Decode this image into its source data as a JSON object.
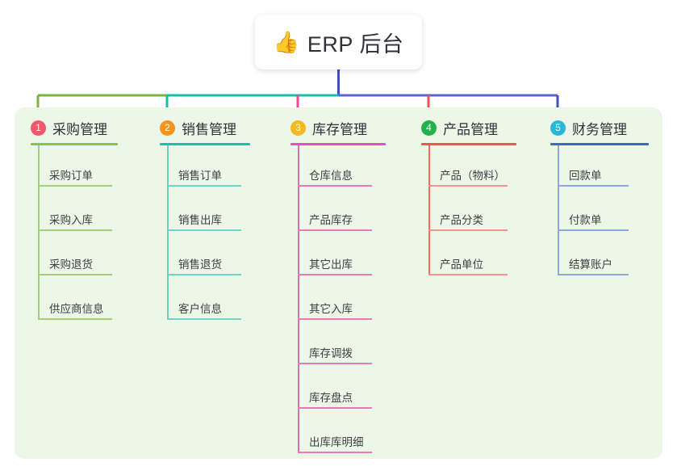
{
  "root": {
    "emoji": "👍",
    "emoji_name": "thumbs-up-icon",
    "title": "ERP 后台"
  },
  "theme": {
    "page_bg": "#ffffff",
    "panel_bg": "#edf7e8",
    "card_bg": "#ffffff",
    "text": "#2f3136",
    "leaf_text": "#3c4043",
    "trunk": "#3f51b5"
  },
  "trunk_segments": [
    {
      "name": "segment-green",
      "color": "#7cb342"
    },
    {
      "name": "segment-teal",
      "color": "#12c0a4"
    },
    {
      "name": "segment-indigo",
      "color": "#5a63cf"
    }
  ],
  "columns": [
    {
      "index": "1",
      "title": "采购管理",
      "badge_color": "#f4586b",
      "rule_color": "#8bc34a",
      "leaf_rule_color": "#a5cf7e",
      "spine_color": "#a5cf7e",
      "stub_color": "#7cb342",
      "items": [
        "采购订单",
        "采购入库",
        "采购退货",
        "供应商信息"
      ]
    },
    {
      "index": "2",
      "title": "销售管理",
      "badge_color": "#f7941e",
      "rule_color": "#14c4ae",
      "leaf_rule_color": "#6fd3c6",
      "spine_color": "#6fd3c6",
      "stub_color": "#12c0a4",
      "items": [
        "销售订单",
        "销售出库",
        "销售退货",
        "客户信息"
      ]
    },
    {
      "index": "3",
      "title": "库存管理",
      "badge_color": "#f5b820",
      "rule_color": "#e84ec0",
      "leaf_rule_color": "#e87ab8",
      "spine_color": "#e06bb0",
      "stub_color": "#ec4b93",
      "items": [
        "仓库信息",
        "产品库存",
        "其它出库",
        "其它入库",
        "库存调拨",
        "库存盘点",
        "出库库明细"
      ]
    },
    {
      "index": "4",
      "title": "产品管理",
      "badge_color": "#22b14c",
      "rule_color": "#f4534a",
      "leaf_rule_color": "#f5938c",
      "spine_color": "#f4685f",
      "stub_color": "#f4534a",
      "items": [
        "产品（物料）",
        "产品分类",
        "产品单位"
      ]
    },
    {
      "index": "5",
      "title": "财务管理",
      "badge_color": "#29b6d8",
      "rule_color": "#3f66c4",
      "leaf_rule_color": "#8fa7de",
      "spine_color": "#8fa7de",
      "stub_color": "#3f51b5",
      "items": [
        "回款单",
        "付款单",
        "结算账户"
      ]
    }
  ]
}
